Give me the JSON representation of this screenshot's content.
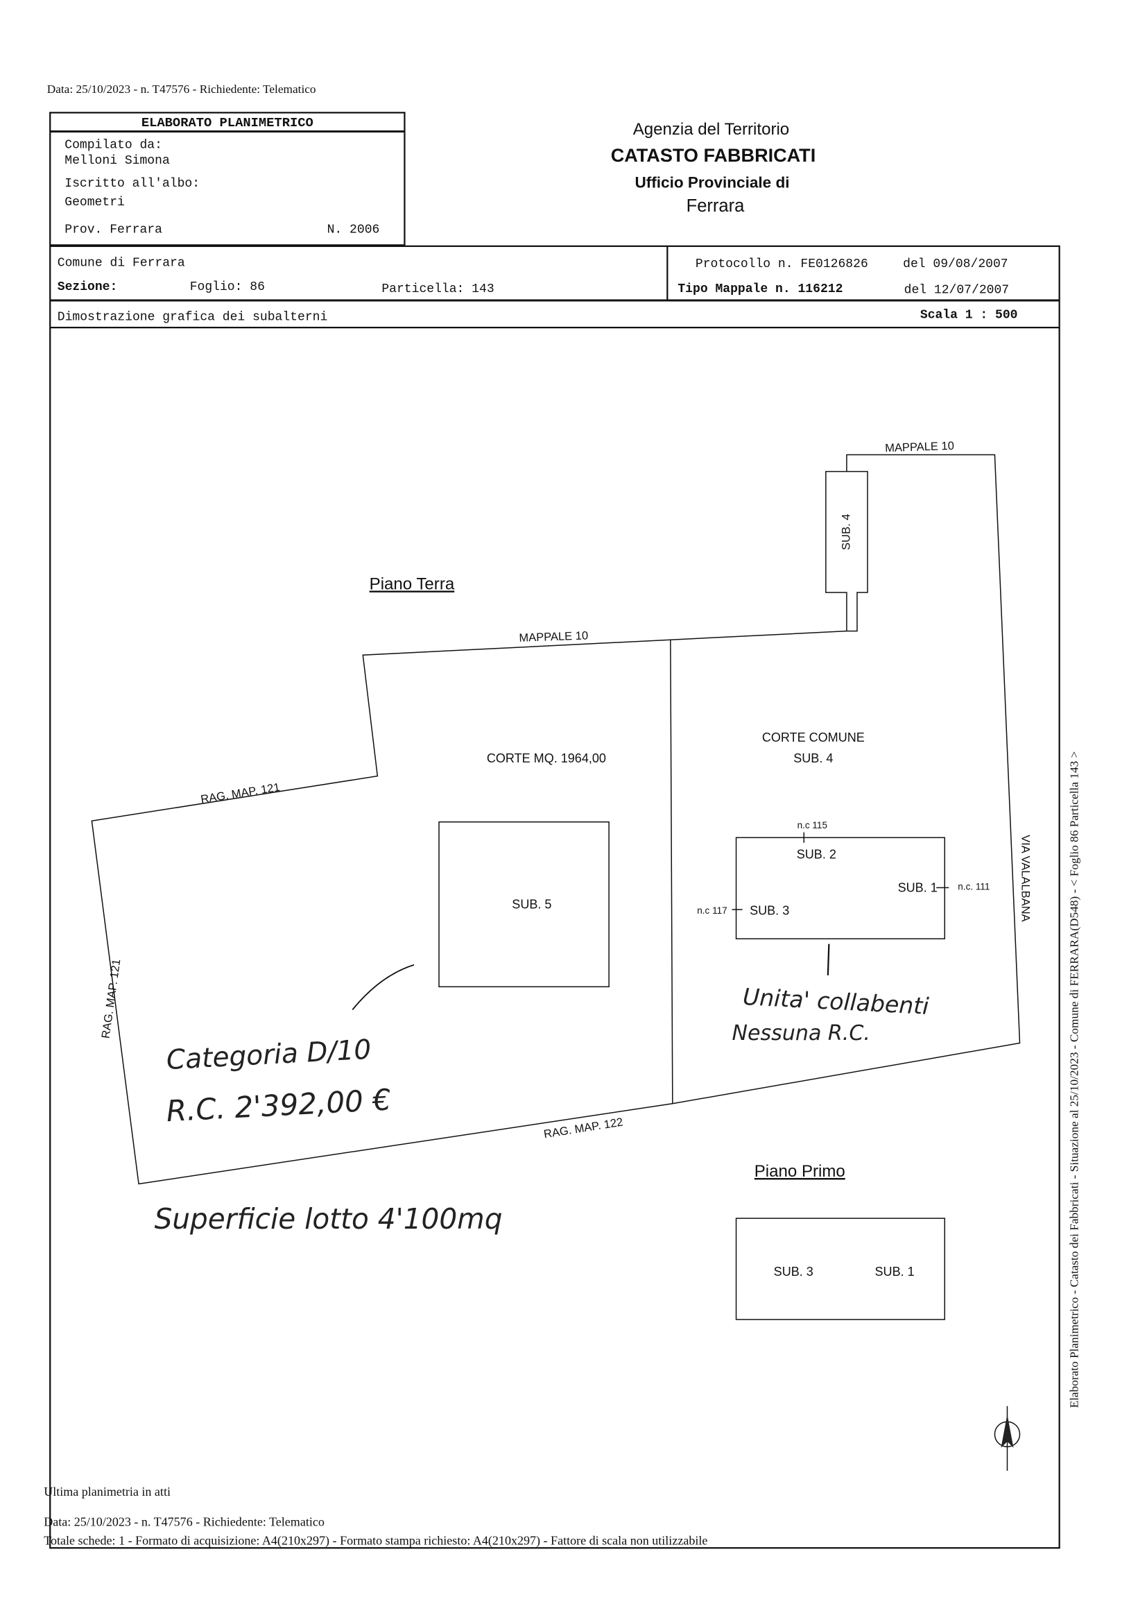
{
  "top_line": "Data: 25/10/2023 - n. T47576 - Richiedente: Telematico",
  "left_box": {
    "title": "ELABORATO PLANIMETRICO",
    "compiled_label": "Compilato da:",
    "compiled_name": "Melloni Simona",
    "albo_label": "Iscritto all'albo:",
    "albo_value": "Geometri",
    "prov": "Prov. Ferrara",
    "number": "N.  2006"
  },
  "agency": {
    "line1": "Agenzia del Territorio",
    "line2": "CATASTO FABBRICATI",
    "line3": "Ufficio Provinciale di",
    "line4": "Ferrara"
  },
  "info": {
    "comune": "Comune di Ferrara",
    "sezione": "Sezione:",
    "foglio": "Foglio: 86",
    "particella": "Particella: 143",
    "protocollo": "Protocollo n. FE0126826",
    "protocollo_date": "del 09/08/2007",
    "tipo_mappale": "Tipo Mappale n. 116212",
    "tipo_date": "del 12/07/2007",
    "dimostrazione": "Dimostrazione grafica dei subalterni",
    "scala": "Scala 1 : 500"
  },
  "drawing": {
    "piano_terra": "Piano Terra",
    "piano_primo": "Piano Primo",
    "mappale_10_top": "MAPPALE 10",
    "mappale_10_mid": "MAPPALE 10",
    "sub4_small": "SUB. 4",
    "rag_121_top": "RAG. MAP. 121",
    "rag_121_left": "RAG. MAP. 121",
    "rag_122": "RAG. MAP. 122",
    "via": "VIA VALALBANA",
    "corte": "CORTE MQ. 1964,00",
    "corte_comune": "CORTE COMUNE",
    "corte_comune_sub": "SUB. 4",
    "sub5": "SUB. 5",
    "sub2": "SUB. 2",
    "sub1": "SUB. 1",
    "sub3": "SUB. 3",
    "nc115": "n.c 115",
    "nc111": "n.c. 111",
    "nc117": "n.c 117",
    "pp_sub3": "SUB. 3",
    "pp_sub1": "SUB. 1"
  },
  "handwriting": {
    "categoria": "Categoria D/10",
    "rc": "R.C. 2'392,00 €",
    "superficie": "Superficie lotto 4'100mq",
    "collabenti": "Unita' collabenti",
    "nessuna": "Nessuna R.C."
  },
  "side_text": "Elaborato Planimetrico - Catasto dei Fabbricati - Situazione al 25/10/2023 - Comune di FERRARA(D548) - < Foglio 86 Particella 143 >",
  "footer": {
    "ultima": "Ultima planimetria in atti",
    "data": "Data: 25/10/2023 - n. T47576 - Richiedente: Telematico",
    "totale": "Totale schede: 1 - Formato di acquisizione: A4(210x297)  - Formato stampa richiesto: A4(210x297) - Fattore di scala non utilizzabile"
  }
}
